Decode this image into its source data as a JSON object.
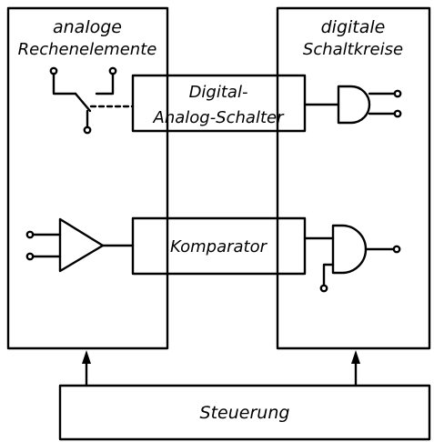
{
  "diagram": {
    "left_block": {
      "title_line1": "analoge",
      "title_line2": "Rechenelemente"
    },
    "right_block": {
      "title_line1": "digitale",
      "title_line2": "Schaltkreise"
    },
    "switch_block": {
      "line1": "Digital-",
      "line2": "Analog-Schalter"
    },
    "comparator_block": {
      "label": "Komparator"
    },
    "control_block": {
      "label": "Steuerung"
    },
    "colors": {
      "ink": "#000000",
      "background": "#ffffff"
    },
    "icons": [
      "switch-icon",
      "and-gate-icon",
      "amplifier-triangle-icon",
      "arrow-up-icon"
    ]
  }
}
